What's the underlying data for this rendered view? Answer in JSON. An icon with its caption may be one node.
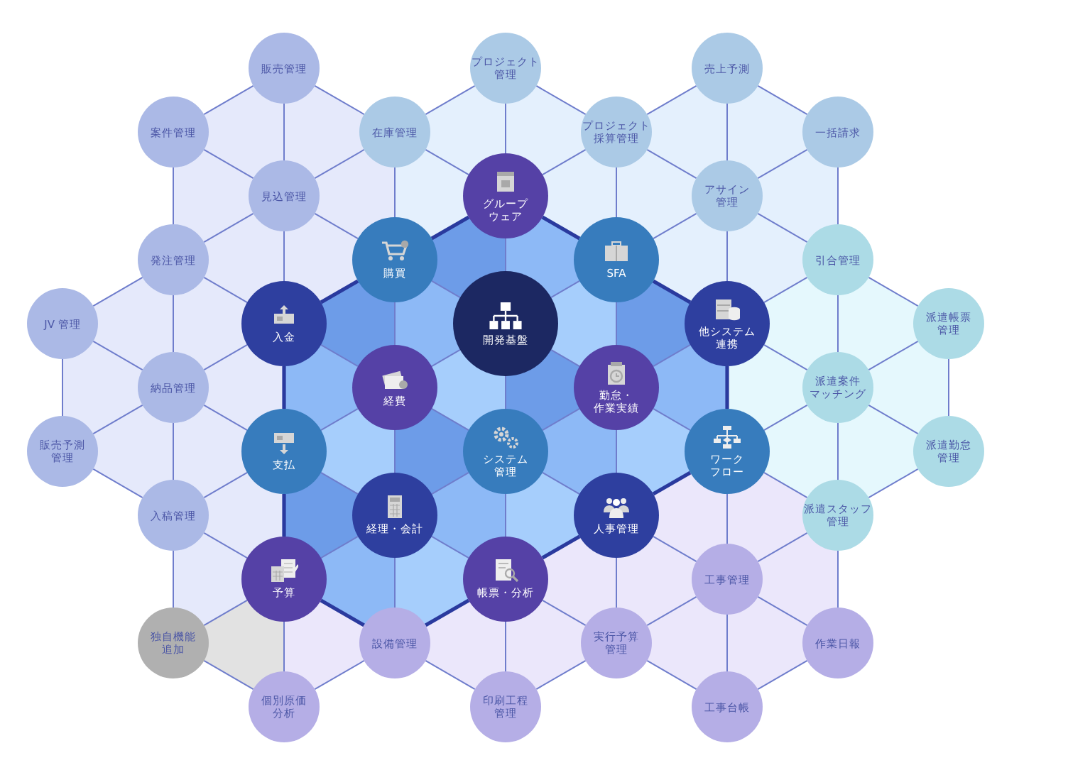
{
  "diagram": {
    "nodes": [
      {
        "text": [
          "販売管理"
        ]
      },
      {
        "text": [
          "プロジェクト管理"
        ]
      },
      {
        "text": [
          "売上予測"
        ]
      },
      {
        "text": [
          "案件管理"
        ]
      },
      {
        "text": [
          "在庫管理"
        ]
      },
      {
        "text": [
          "プロジェクト採算管理"
        ]
      },
      {
        "text": [
          "一括請求"
        ]
      },
      {
        "text": [
          "見込管理"
        ]
      },
      {
        "text": [
          "グループウェア"
        ]
      },
      {
        "text": [
          "アサイン管理"
        ]
      },
      {
        "text": [
          "発注管理"
        ]
      },
      {
        "text": [
          "購買"
        ]
      },
      {
        "text": [
          "SFA"
        ]
      },
      {
        "text": [
          "引合管理"
        ]
      },
      {
        "text": [
          "JV 管理"
        ]
      },
      {
        "text": [
          "入金"
        ]
      },
      {
        "text": [
          "開発基盤"
        ]
      },
      {
        "text": [
          "他システム連携"
        ]
      },
      {
        "text": [
          "派遣帳票管理"
        ]
      },
      {
        "text": [
          "納品管理"
        ]
      },
      {
        "text": [
          "経費"
        ]
      },
      {
        "text": [
          "勤怠・作業実績"
        ]
      },
      {
        "text": [
          "派遣案件マッチング"
        ]
      },
      {
        "text": [
          "販売予測管理"
        ]
      },
      {
        "text": [
          "支払"
        ]
      },
      {
        "text": [
          "システム管理"
        ]
      },
      {
        "text": [
          "ワークフロー"
        ]
      },
      {
        "text": [
          "派遣勤怠管理"
        ]
      },
      {
        "text": [
          "入稿管理"
        ]
      },
      {
        "text": [
          "経理・会計"
        ]
      },
      {
        "text": [
          "人事管理"
        ]
      },
      {
        "text": [
          "派遣スタッフ管理"
        ]
      },
      {
        "text": [
          "予算"
        ]
      },
      {
        "text": [
          "帳票・分析"
        ]
      },
      {
        "text": [
          "工事管理"
        ]
      },
      {
        "text": [
          "独自機能追加"
        ]
      },
      {
        "text": [
          "設備管理"
        ]
      },
      {
        "text": [
          "実行予算管理"
        ]
      },
      {
        "text": [
          "作業日報"
        ]
      },
      {
        "text": [
          "個別原価分析"
        ]
      },
      {
        "text": [
          "印刷工程管理"
        ]
      },
      {
        "text": [
          "工事台帳"
        ]
      }
    ],
    "edges": [
      {
        "from": 0,
        "to": 3,
        "arrow": "none"
      },
      {
        "from": 0,
        "to": 4,
        "arrow": "none"
      },
      {
        "from": 0,
        "to": 7,
        "arrow": "none"
      },
      {
        "from": 1,
        "to": 4,
        "arrow": "none"
      },
      {
        "from": 1,
        "to": 5,
        "arrow": "none"
      },
      {
        "from": 1,
        "to": 8,
        "arrow": "none"
      },
      {
        "from": 2,
        "to": 5,
        "arrow": "none"
      },
      {
        "from": 2,
        "to": 6,
        "arrow": "none"
      },
      {
        "from": 2,
        "to": 9,
        "arrow": "none"
      },
      {
        "from": 3,
        "to": 7,
        "arrow": "none"
      },
      {
        "from": 3,
        "to": 10,
        "arrow": "none"
      },
      {
        "from": 4,
        "to": 7,
        "arrow": "none"
      },
      {
        "from": 4,
        "to": 8,
        "arrow": "none"
      },
      {
        "from": 4,
        "to": 11,
        "arrow": "none"
      },
      {
        "from": 5,
        "to": 8,
        "arrow": "none"
      },
      {
        "from": 5,
        "to": 9,
        "arrow": "none"
      },
      {
        "from": 5,
        "to": 12,
        "arrow": "none"
      },
      {
        "from": 6,
        "to": 9,
        "arrow": "none"
      },
      {
        "from": 6,
        "to": 13,
        "arrow": "none"
      },
      {
        "from": 7,
        "to": 10,
        "arrow": "none"
      },
      {
        "from": 7,
        "to": 11,
        "arrow": "none"
      },
      {
        "from": 7,
        "to": 15,
        "arrow": "none"
      },
      {
        "from": 8,
        "to": 11,
        "arrow": "none",
        "style": "thick",
        "color": "#2a3a9e"
      },
      {
        "from": 8,
        "to": 12,
        "arrow": "none",
        "style": "thick",
        "color": "#2a3a9e"
      },
      {
        "from": 8,
        "to": 16,
        "arrow": "none"
      },
      {
        "from": 9,
        "to": 12,
        "arrow": "none"
      },
      {
        "from": 9,
        "to": 13,
        "arrow": "none"
      },
      {
        "from": 9,
        "to": 17,
        "arrow": "none"
      },
      {
        "from": 10,
        "to": 14,
        "arrow": "none"
      },
      {
        "from": 10,
        "to": 15,
        "arrow": "none"
      },
      {
        "from": 10,
        "to": 19,
        "arrow": "none"
      },
      {
        "from": 11,
        "to": 15,
        "arrow": "none",
        "style": "thick",
        "color": "#2a3a9e"
      },
      {
        "from": 11,
        "to": 16,
        "arrow": "none"
      },
      {
        "from": 11,
        "to": 20,
        "arrow": "none"
      },
      {
        "from": 12,
        "to": 16,
        "arrow": "none"
      },
      {
        "from": 12,
        "to": 17,
        "arrow": "none",
        "style": "thick",
        "color": "#2a3a9e"
      },
      {
        "from": 12,
        "to": 21,
        "arrow": "none"
      },
      {
        "from": 13,
        "to": 17,
        "arrow": "none"
      },
      {
        "from": 13,
        "to": 18,
        "arrow": "none"
      },
      {
        "from": 13,
        "to": 22,
        "arrow": "none"
      },
      {
        "from": 14,
        "to": 19,
        "arrow": "none"
      },
      {
        "from": 14,
        "to": 23,
        "arrow": "none"
      },
      {
        "from": 15,
        "to": 19,
        "arrow": "none"
      },
      {
        "from": 15,
        "to": 20,
        "arrow": "none"
      },
      {
        "from": 15,
        "to": 24,
        "arrow": "none",
        "style": "thick",
        "color": "#2a3a9e"
      },
      {
        "from": 16,
        "to": 20,
        "arrow": "none"
      },
      {
        "from": 16,
        "to": 21,
        "arrow": "none"
      },
      {
        "from": 16,
        "to": 25,
        "arrow": "none"
      },
      {
        "from": 17,
        "to": 21,
        "arrow": "none"
      },
      {
        "from": 17,
        "to": 22,
        "arrow": "none"
      },
      {
        "from": 17,
        "to": 26,
        "arrow": "none",
        "style": "thick",
        "color": "#2a3a9e"
      },
      {
        "from": 18,
        "to": 22,
        "arrow": "none"
      },
      {
        "from": 18,
        "to": 27,
        "arrow": "none"
      },
      {
        "from": 19,
        "to": 23,
        "arrow": "none"
      },
      {
        "from": 19,
        "to": 24,
        "arrow": "none"
      },
      {
        "from": 19,
        "to": 28,
        "arrow": "none"
      },
      {
        "from": 20,
        "to": 24,
        "arrow": "none"
      },
      {
        "from": 20,
        "to": 25,
        "arrow": "none"
      },
      {
        "from": 20,
        "to": 29,
        "arrow": "none"
      },
      {
        "from": 21,
        "to": 25,
        "arrow": "none"
      },
      {
        "from": 21,
        "to": 26,
        "arrow": "none"
      },
      {
        "from": 21,
        "to": 30,
        "arrow": "none"
      },
      {
        "from": 22,
        "to": 26,
        "arrow": "none"
      },
      {
        "from": 22,
        "to": 27,
        "arrow": "none"
      },
      {
        "from": 22,
        "to": 31,
        "arrow": "none"
      },
      {
        "from": 23,
        "to": 28,
        "arrow": "none"
      },
      {
        "from": 24,
        "to": 28,
        "arrow": "none"
      },
      {
        "from": 24,
        "to": 29,
        "arrow": "none"
      },
      {
        "from": 24,
        "to": 32,
        "arrow": "none",
        "style": "thick",
        "color": "#2a3a9e"
      },
      {
        "from": 25,
        "to": 29,
        "arrow": "none"
      },
      {
        "from": 25,
        "to": 30,
        "arrow": "none"
      },
      {
        "from": 25,
        "to": 33,
        "arrow": "none"
      },
      {
        "from": 26,
        "to": 30,
        "arrow": "none",
        "style": "thick",
        "color": "#2a3a9e"
      },
      {
        "from": 26,
        "to": 31,
        "arrow": "none"
      },
      {
        "from": 26,
        "to": 34,
        "arrow": "none"
      },
      {
        "from": 27,
        "to": 31,
        "arrow": "none"
      },
      {
        "from": 28,
        "to": 32,
        "arrow": "none"
      },
      {
        "from": 28,
        "to": 35,
        "arrow": "none"
      },
      {
        "from": 29,
        "to": 32,
        "arrow": "none"
      },
      {
        "from": 29,
        "to": 33,
        "arrow": "none"
      },
      {
        "from": 29,
        "to": 36,
        "arrow": "none"
      },
      {
        "from": 30,
        "to": 33,
        "arrow": "none",
        "style": "thick",
        "color": "#2a3a9e"
      },
      {
        "from": 30,
        "to": 34,
        "arrow": "none"
      },
      {
        "from": 30,
        "to": 37,
        "arrow": "none"
      },
      {
        "from": 31,
        "to": 34,
        "arrow": "none"
      },
      {
        "from": 31,
        "to": 38,
        "arrow": "none"
      },
      {
        "from": 32,
        "to": 35,
        "arrow": "none"
      },
      {
        "from": 32,
        "to": 36,
        "arrow": "none",
        "style": "thick",
        "color": "#2a3a9e"
      },
      {
        "from": 32,
        "to": 39,
        "arrow": "none"
      },
      {
        "from": 33,
        "to": 36,
        "arrow": "none",
        "style": "thick",
        "color": "#2a3a9e"
      },
      {
        "from": 33,
        "to": 37,
        "arrow": "none"
      },
      {
        "from": 33,
        "to": 40,
        "arrow": "none"
      },
      {
        "from": 34,
        "to": 37,
        "arrow": "none"
      },
      {
        "from": 34,
        "to": 38,
        "arrow": "none"
      },
      {
        "from": 34,
        "to": 41,
        "arrow": "none"
      },
      {
        "from": 35,
        "to": 39,
        "arrow": "none"
      },
      {
        "from": 36,
        "to": 39,
        "arrow": "none"
      },
      {
        "from": 36,
        "to": 40,
        "arrow": "none"
      },
      {
        "from": 37,
        "to": 40,
        "arrow": "none"
      },
      {
        "from": 37,
        "to": 41,
        "arrow": "none"
      },
      {
        "from": 38,
        "to": 41,
        "arrow": "none"
      }
    ]
  }
}
